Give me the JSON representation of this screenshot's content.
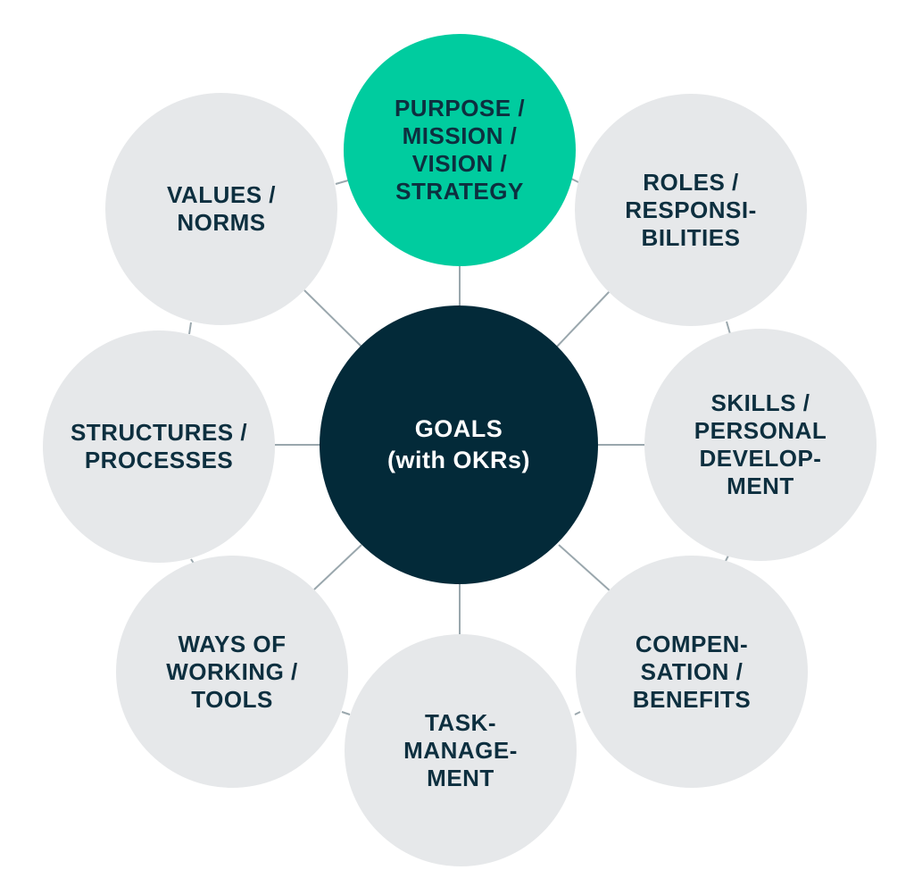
{
  "colors": {
    "background": "#ffffff",
    "outer_circle": "#e6e8ea",
    "accent_circle": "#00cc9f",
    "center_circle": "#032a39",
    "dark_text": "#0d2f3f",
    "light_text": "#ffffff",
    "connector": "#9aa7ad"
  },
  "center": {
    "label": "GOALS\n(with OKRs)"
  },
  "nodes": {
    "purpose": "PURPOSE /\nMISSION /\nVISION /\nSTRATEGY",
    "values": "VALUES /\nNORMS",
    "roles": "ROLES /\nRESPONSI-\nBILITIES",
    "structures": "STRUCTURES /\nPROCESSES",
    "skills": "SKILLS /\nPERSONAL\nDEVELOP-\nMENT",
    "ways": "WAYS OF\nWORKING /\nTOOLS",
    "compensation": "COMPEN-\nSATION /\nBENEFITS",
    "task": "TASK-\nMANAGE-\nMENT"
  }
}
